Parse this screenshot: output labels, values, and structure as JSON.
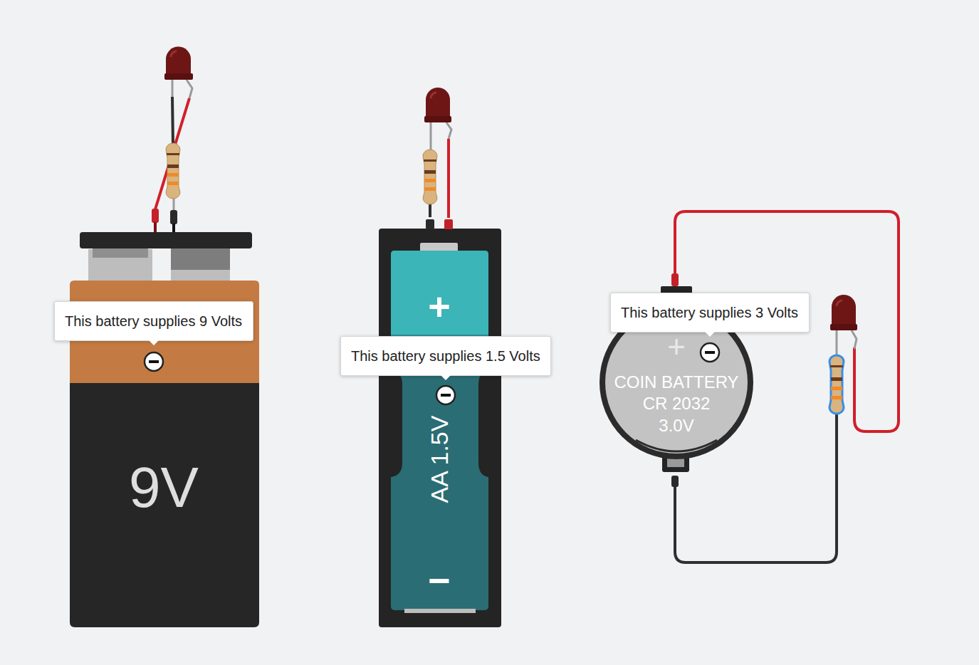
{
  "diagram": {
    "nodes": [
      {
        "text": [
          "9V"
        ]
      },
      {
        "text": [
          "This battery supplies 9 Volts"
        ]
      },
      {
        "text": [
          "+",
          "AA 1.5V",
          "−"
        ]
      },
      {
        "text": [
          "This battery supplies 1.5 Volts"
        ]
      },
      {
        "text": [
          "+",
          "COIN BATTERY",
          "CR 2032",
          "3.0V"
        ]
      },
      {
        "text": [
          "This battery supplies 3 Volts"
        ]
      }
    ]
  }
}
